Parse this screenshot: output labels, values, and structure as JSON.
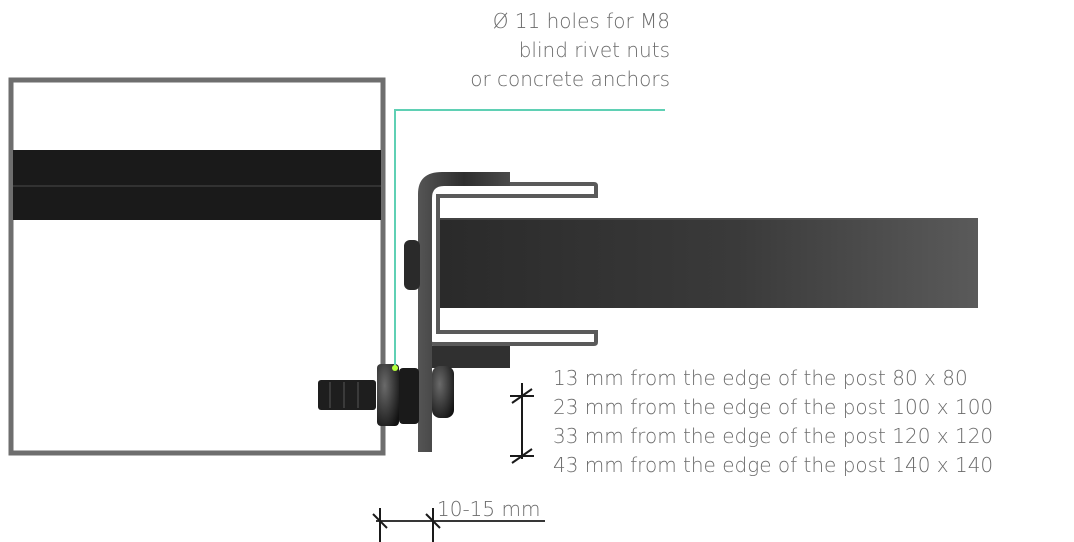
{
  "callout": {
    "lines": [
      "Ø 11 holes for M8",
      "blind rivet nuts",
      "or concrete anchors"
    ],
    "leader_color": "#5fd0b4"
  },
  "edge_distances": [
    "13 mm from the edge of the post 80 x 80",
    "23 mm from the edge of the post 100 x 100",
    "33 mm from the edge of the post 120 x 120",
    "43 mm from the edge of the post 140 x 140"
  ],
  "gap": {
    "label": "10-15 mm"
  },
  "colors": {
    "post_frame": "#6e6e6e",
    "rail": "#1a1a1a",
    "bracket": "#3a3a3a",
    "beam": "#3c3c3c",
    "dimension": "#1a1a1a"
  },
  "icons": {
    "bolt": "bolt-icon",
    "nut": "nut-icon",
    "dimension_arrow": "dimension-arrow-icon"
  }
}
